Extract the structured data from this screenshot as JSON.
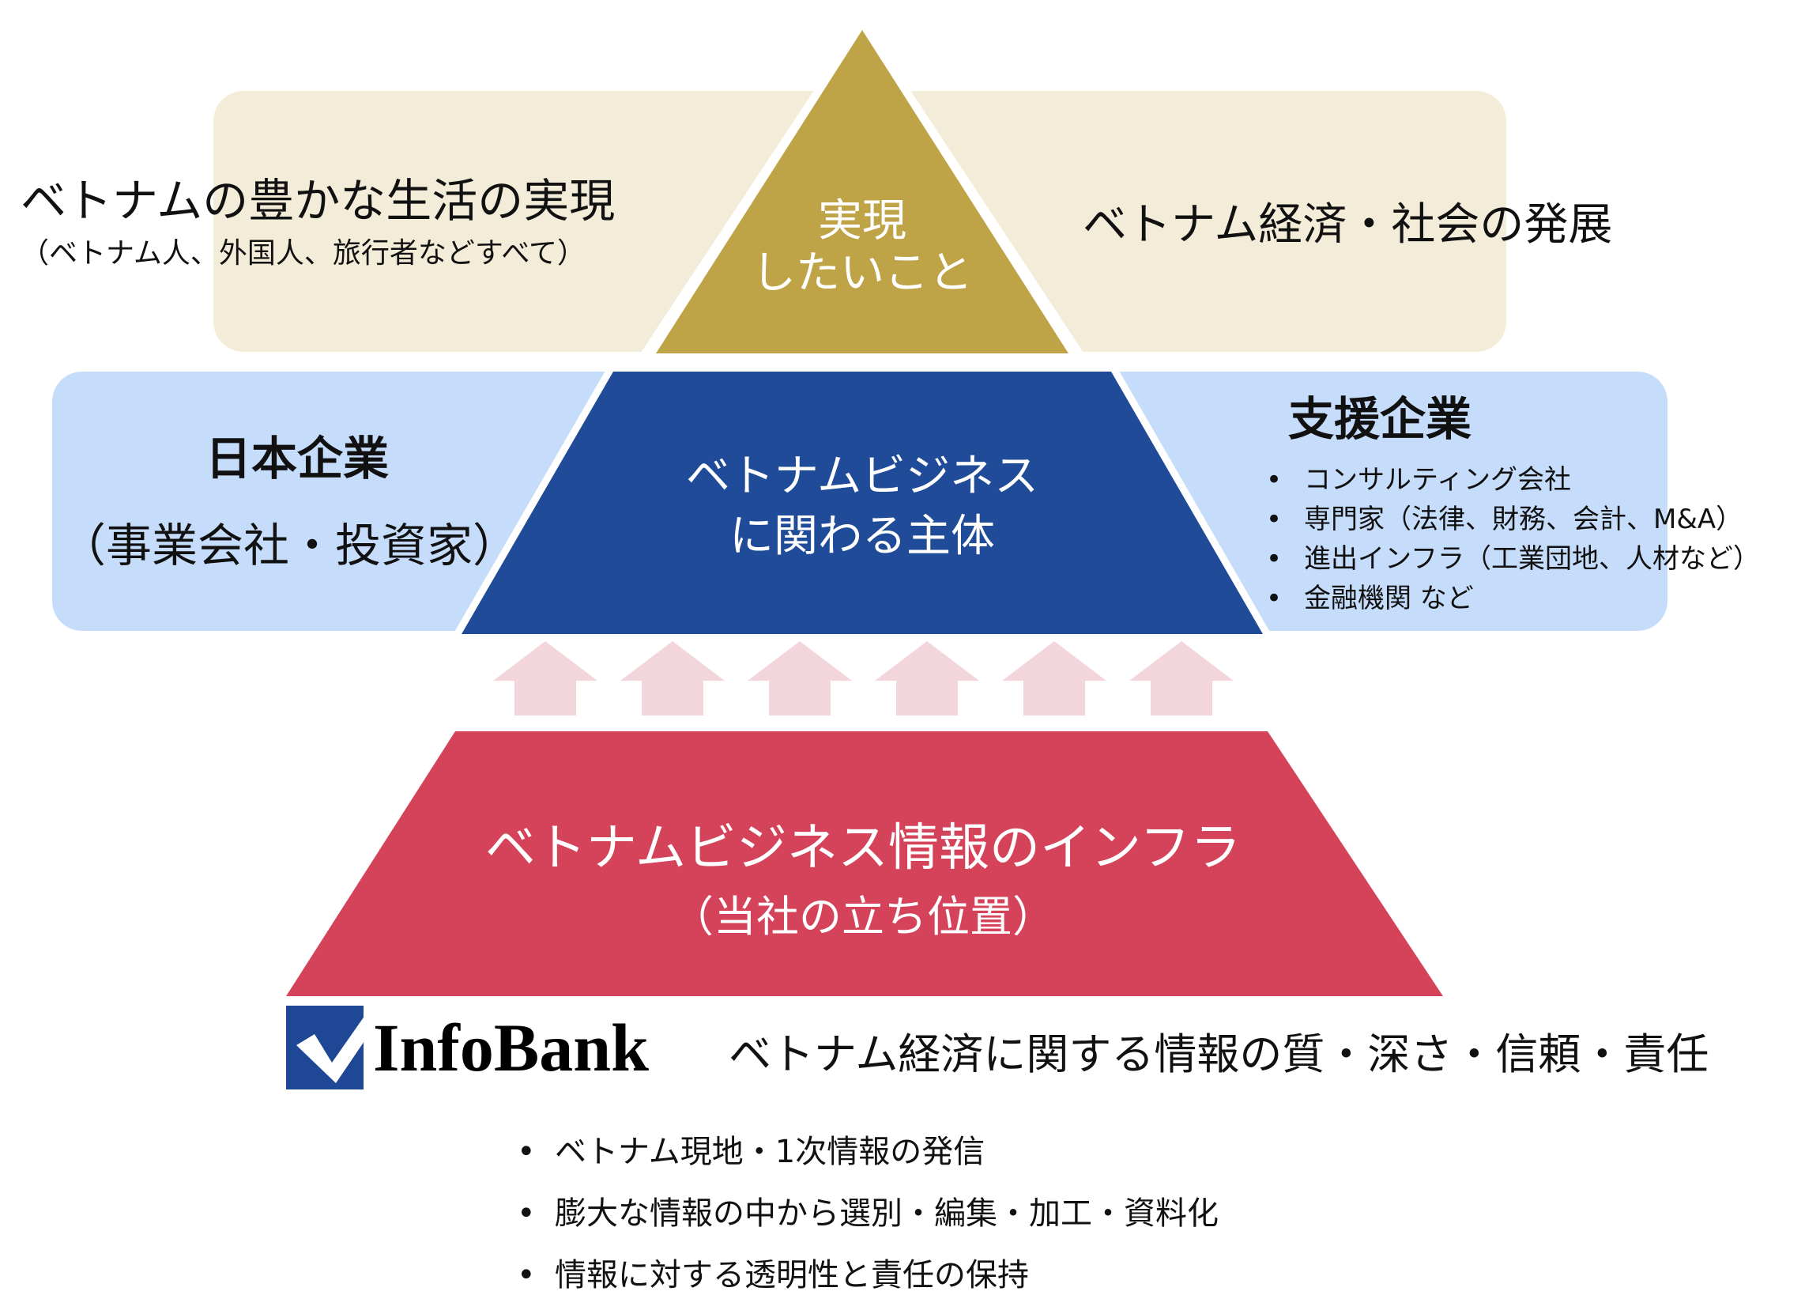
{
  "top": {
    "triangle_title_line1": "実現",
    "triangle_title_line2": "したいこと",
    "left_title": "ベトナムの豊かな生活の実現",
    "left_sub": "（ベトナム人、外国人、旅行者などすべて）",
    "right_title": "ベトナム経済・社会の発展"
  },
  "middle": {
    "center_line1": "ベトナムビジネス",
    "center_line2": "に関わる主体",
    "left_title": "日本企業",
    "left_sub": "（事業会社・投資家）",
    "right_title": "支援企業",
    "right_items": [
      "コンサルティング会社",
      "専門家（法律、財務、会計、M&A）",
      "進出インフラ（工業団地、人材など）",
      "金融機関 など"
    ]
  },
  "base": {
    "line1": "ベトナムビジネス情報のインフラ",
    "line2": "（当社の立ち位置）"
  },
  "infobank": {
    "logo_text": "InfoBank",
    "tagline": "ベトナム経済に関する情報の質・深さ・信頼・責任",
    "items": [
      "ベトナム現地・1次情報の発信",
      "膨大な情報の中から選別・編集・加工・資料化",
      "情報に対する透明性と責任の保持"
    ]
  },
  "colors": {
    "gold": "#bfa347",
    "navy": "#1f4b99",
    "crimson": "#d5435a",
    "arrow_pink": "#f3d5dc",
    "top_band": "#f3ecd8",
    "mid_band": "#c5dcfb"
  }
}
